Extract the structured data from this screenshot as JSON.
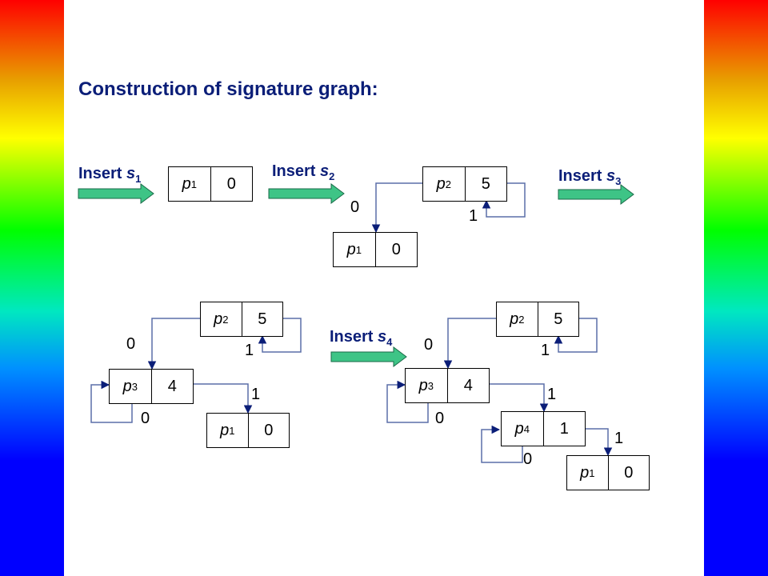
{
  "title": "Construction of signature graph:",
  "insert_labels": [
    {
      "word": "Insert",
      "var": "s",
      "sub": "1"
    },
    {
      "word": "Insert",
      "var": "s",
      "sub": "2"
    },
    {
      "word": "Insert",
      "var": "s",
      "sub": "3"
    },
    {
      "word": "Insert",
      "var": "s",
      "sub": "4"
    }
  ],
  "nodes": [
    {
      "var": "p",
      "sub": "1",
      "value": "0"
    },
    {
      "var": "p",
      "sub": "2",
      "value": "5"
    },
    {
      "var": "p",
      "sub": "1",
      "value": "0"
    },
    {
      "var": "p",
      "sub": "2",
      "value": "5"
    },
    {
      "var": "p",
      "sub": "3",
      "value": "4"
    },
    {
      "var": "p",
      "sub": "1",
      "value": "0"
    },
    {
      "var": "p",
      "sub": "2",
      "value": "5"
    },
    {
      "var": "p",
      "sub": "3",
      "value": "4"
    },
    {
      "var": "p",
      "sub": "4",
      "value": "1"
    },
    {
      "var": "p",
      "sub": "1",
      "value": "0"
    }
  ],
  "edge_labels": [
    "0",
    "1",
    "0",
    "1",
    "1",
    "0",
    "0",
    "1",
    "1",
    "0",
    "1",
    "0"
  ],
  "colors": {
    "title": "#0b1e78",
    "arrow_fill": "#3ec486",
    "arrow_stroke": "#1a6a48",
    "edge_line": "#5b6fa8",
    "arrow_head": "#0b1e78"
  }
}
